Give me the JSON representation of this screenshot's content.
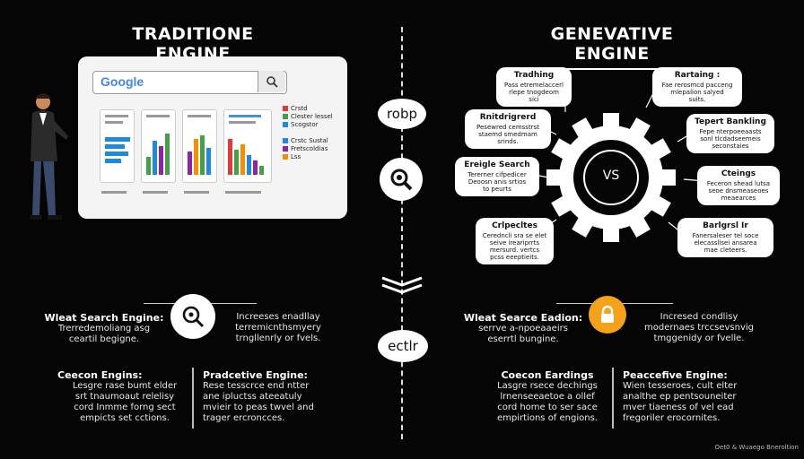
{
  "left": {
    "title": "TRADITIONE ENGINE",
    "search_logo": "Google",
    "legend_top": [
      "Crstd",
      "Clester lessel",
      "Scogstor"
    ],
    "legend_bottom": [
      "Crstc Sustal",
      "Fretscoldias",
      "Lss"
    ],
    "legend_colors": [
      "#e53935",
      "#43a047",
      "#1e88e5",
      "#1e88e5",
      "#8e24aa",
      "#fb8c00"
    ],
    "block1": {
      "label": "Wleat Search Engine:",
      "text": "Trerredemoliang asg\nceartil begigne."
    },
    "block1_right": "Increeses enadllay\nterremicnthsmyery\ntrngllenrly or fvels.",
    "block2": {
      "label": "Ceecon Engins:",
      "text": "Lesgre rase bumt elder\nsrt tnaumoaut relelisy\ncord Inmme forng sect\nempicts set cctions."
    },
    "block2_right": {
      "label": "Pradcetive Engine:",
      "text": "Rese tesscrce end ntter\nane ipluctss ateeatuly\nmvieir to peas twvel and\ntrager ercroncces."
    }
  },
  "center": {
    "top_oval": "robp",
    "bottom_oval": "ectlr"
  },
  "right": {
    "title": "GENEVATIVE ENGINE",
    "gear_label": "VS",
    "bubbles": [
      {
        "title": "Tradhing",
        "text": "Pass etremelaccerl\nrlepe tnogdeom\nsici"
      },
      {
        "title": "Rnitdrigrerd",
        "text": "Pesewred cemsstrst\nstaemd smedmam\nsrinds."
      },
      {
        "title": "Ereigle Search",
        "text": "Tererner cifpedicer\nDeoosn anis srtios\nto peurts"
      },
      {
        "title": "Crlpecltes",
        "text": "Ceredncli sra se elet\nseive ireariprrts\nmersurd. vertcs\npcss eeeptieits."
      },
      {
        "title": "Rartaing :",
        "text": "Fae rerosmcd pacceng\nmlepalion salyed\nsuits."
      },
      {
        "title": "Tepert Bankling",
        "text": "Fepe nterpoeeaasts\nsonl tlcdadseemeis\nseconstaies"
      },
      {
        "title": "Cteings",
        "text": "Feceron shead lutsa\nseoe dnsmeaseoes\nmeaearces"
      },
      {
        "title": "Barlgrsl Ir",
        "text": "Fanersaleser tel soce\nelecasslisei ansarea\nmae cleteers."
      }
    ],
    "block1": {
      "label": "Wleat Searce Eadion:",
      "text": "serrve a-npoeaaeirs\neserrtl bungine."
    },
    "block1_right": "Incresed condlisy\nmodernaes trccsevsnvig\ntmggenidy or fvelle.",
    "block2": {
      "label": "Coecon Eardings",
      "text": "Lasgre rsece dechings\nlrnenseeaetoe a ollef\ncord home to ser sace\nempirtions of engions."
    },
    "block2_right": {
      "label": "Peaccefive Engine:",
      "text": "Wien tesseroes, cult elter\nanalthe ep pentsouneiter\nmver tiaeness of vel ead\nfregoriler erocornites."
    }
  },
  "footer": "Oet0 & Wuaego Bneroltion",
  "colors": {
    "accent": "#f4a21a",
    "background": "#050505"
  }
}
